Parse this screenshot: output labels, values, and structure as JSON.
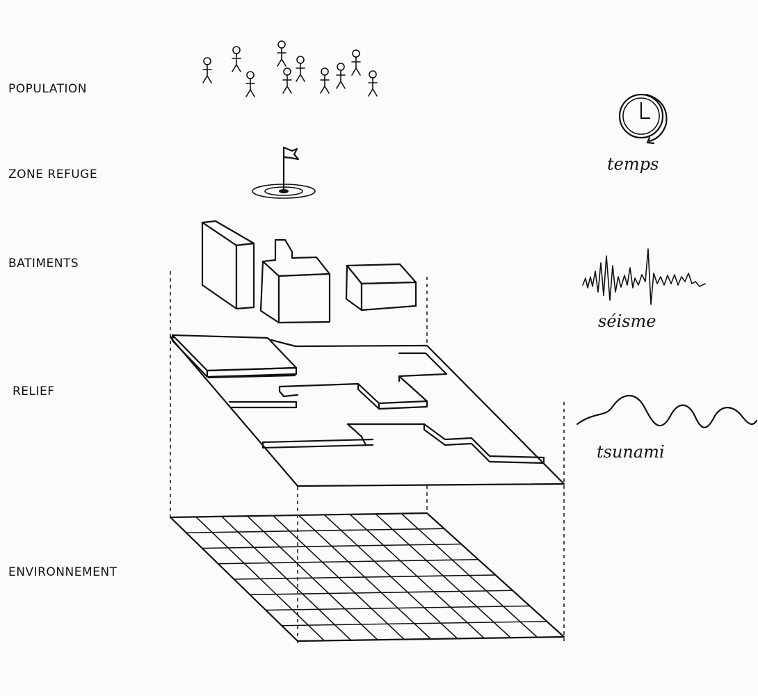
{
  "layers": {
    "population": "POPULATION",
    "zone_refuge": "ZONE REFUGE",
    "batiments": "BATIMENTS",
    "relief": "RELIEF",
    "environnement": "ENVIRONNEMENT"
  },
  "factors": {
    "temps": "temps",
    "seisme": "séisme",
    "tsunami": "tsunami"
  },
  "icons": {
    "population": "stick-figure-icon",
    "zone_refuge": "flag-target-icon",
    "temps": "clock-icon",
    "seisme": "seismograph-icon",
    "tsunami": "wave-icon"
  },
  "colors": {
    "ink": "#111111",
    "paper": "#fbfbfb"
  }
}
